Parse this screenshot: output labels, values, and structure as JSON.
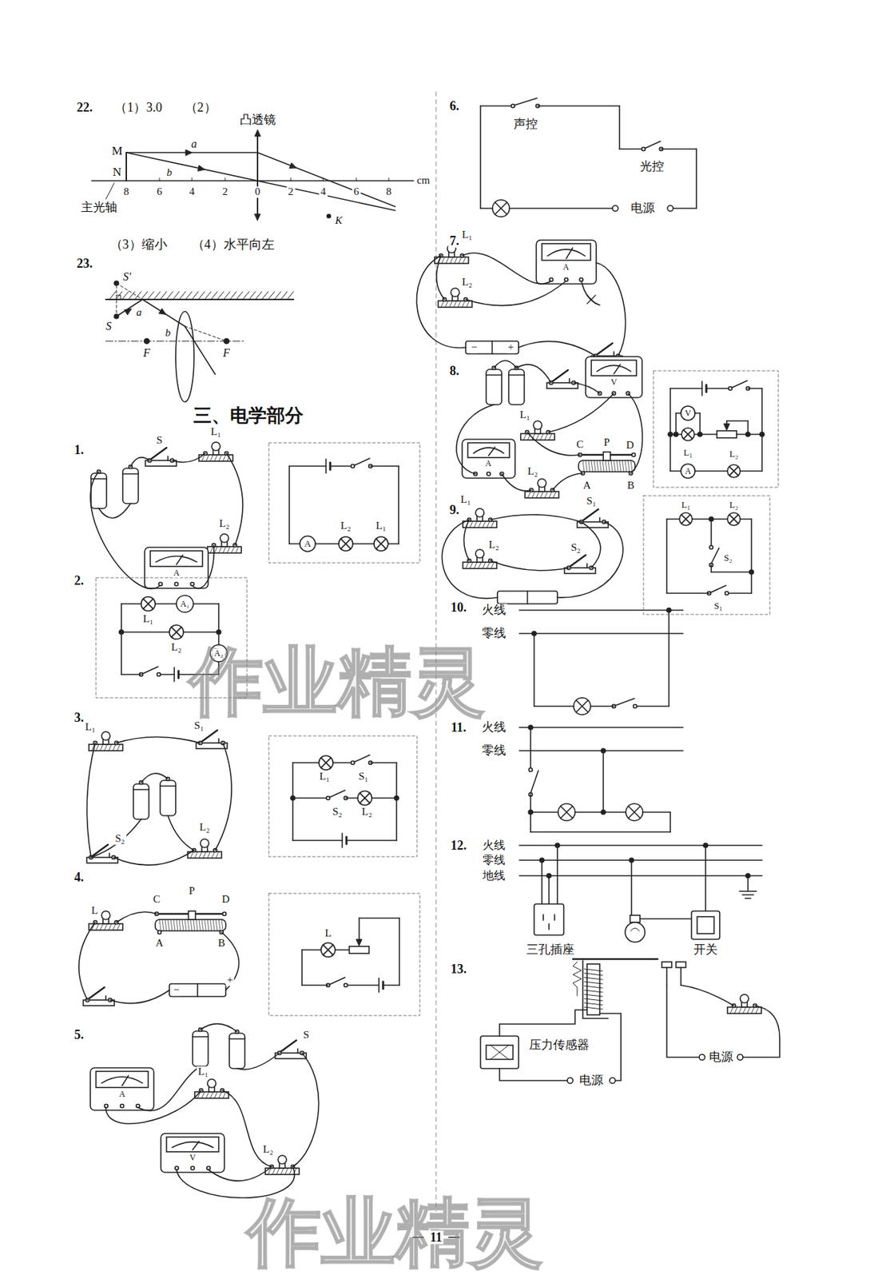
{
  "diagram": {
    "title": "三、电学部分",
    "labels": [
      "22.",
      "（1）3.0",
      "（2）",
      "凸透镜",
      "M",
      "a",
      "N",
      "b",
      "8",
      "6",
      "4",
      "2",
      "0",
      "2",
      "4",
      "6",
      "8",
      "cm",
      "主光轴",
      "K",
      "（3）缩小",
      "（4）水平向左",
      "23.",
      "S′",
      "a",
      "S",
      "b",
      "F",
      "F",
      "1.",
      "S",
      "L₁",
      "L₂",
      "A",
      "A",
      "L₂",
      "L₁",
      "2.",
      "A₁",
      "L₁",
      "L₂",
      "A₂",
      "3.",
      "L₁",
      "S₁",
      "S₂",
      "L₂",
      "L₁",
      "S₁",
      "S₂",
      "L₂",
      "4.",
      "L",
      "C",
      "P",
      "D",
      "A",
      "B",
      "−",
      "+",
      "L",
      "5.",
      "A",
      "L₁",
      "S",
      "V",
      "L₂",
      "6.",
      "声控",
      "光控",
      "电源",
      "7.",
      "L₁",
      "L₂",
      "A",
      "−",
      "+",
      "8.",
      "V",
      "L₁",
      "A",
      "C",
      "P",
      "D",
      "A",
      "B",
      "L₂",
      "V",
      "L₁",
      "A",
      "L₂",
      "9.",
      "L₁",
      "S₁",
      "L₂",
      "S₂",
      "L₁",
      "L₂",
      "S₂",
      "S₁",
      "10.",
      "火线",
      "零线",
      "11.",
      "火线",
      "零线",
      "12.",
      "火线",
      "零线",
      "地线",
      "三孔插座",
      "开关",
      "13.",
      "压力传感器",
      "电源",
      "电源",
      "11",
      "作业精灵",
      "作业精灵"
    ]
  }
}
